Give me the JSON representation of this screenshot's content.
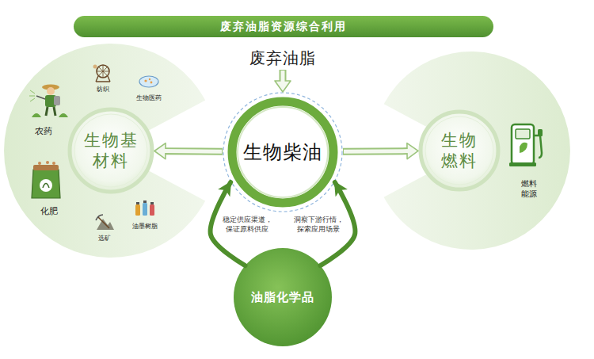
{
  "diagram": {
    "title": "废弃油脂资源综合利用",
    "nodes": [
      {
        "text": [
          "废弃油脂"
        ]
      },
      {
        "text": [
          "生物柴油"
        ]
      },
      {
        "text": [
          "生物基 材料"
        ]
      },
      {
        "text": [
          "生物 燃料"
        ]
      },
      {
        "text": [
          "油脂化学品"
        ]
      }
    ],
    "edges": [
      {
        "from": 0,
        "to": 1,
        "arrow": "to"
      },
      {
        "from": 1,
        "to": 2,
        "arrow": "to"
      },
      {
        "from": 1,
        "to": 3,
        "arrow": "to"
      },
      {
        "from": 4,
        "to": 1,
        "label": "稳定供应渠道， 保证原料供应",
        "arrow": "to"
      },
      {
        "from": 4,
        "to": 1,
        "label": "洞察下游行情， 探索应用场景",
        "arrow": "to"
      }
    ],
    "labels": [
      "纺织",
      "生物医药",
      "农药",
      "化肥",
      "选矿",
      "油墨树脂",
      "燃料 能源"
    ]
  }
}
